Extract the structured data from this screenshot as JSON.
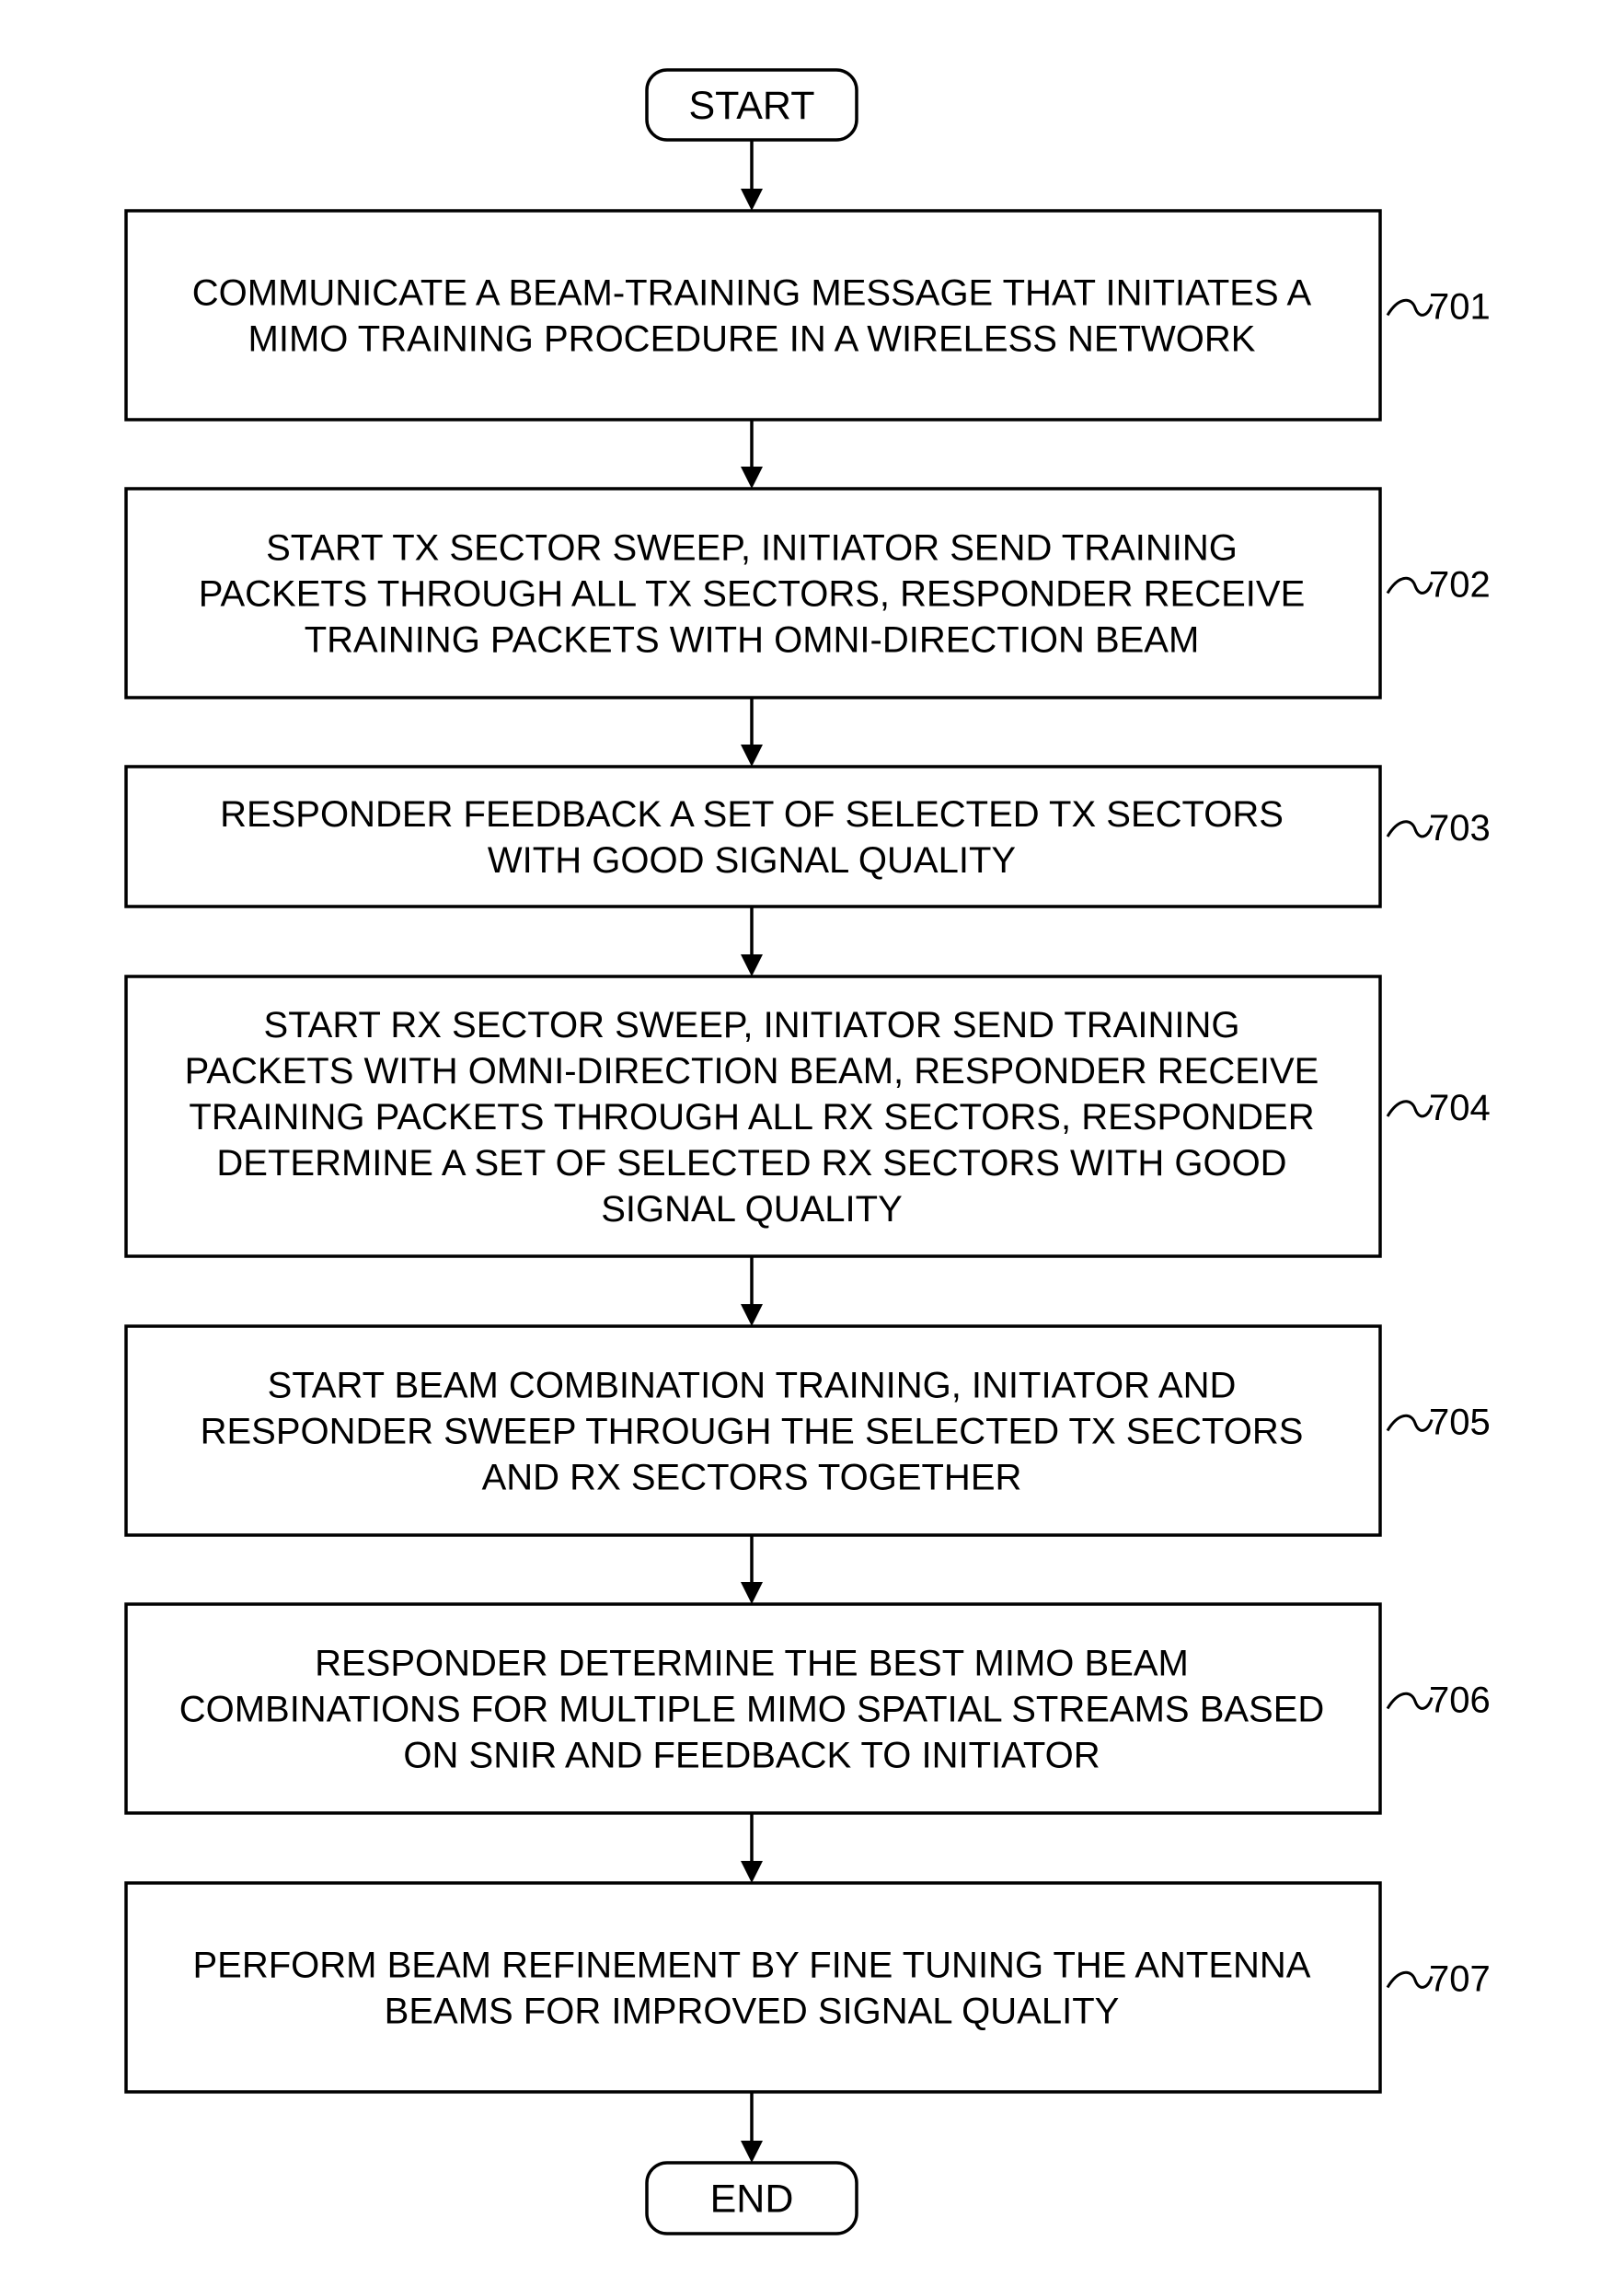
{
  "start": {
    "label": "START"
  },
  "end": {
    "label": "END"
  },
  "steps": [
    {
      "ref": "701",
      "lines": [
        "COMMUNICATE A BEAM-TRAINING MESSAGE THAT INITIATES A",
        "MIMO TRAINING PROCEDURE IN A WIRELESS NETWORK"
      ]
    },
    {
      "ref": "702",
      "lines": [
        "START TX SECTOR SWEEP, INITIATOR SEND TRAINING",
        "PACKETS THROUGH ALL TX SECTORS, RESPONDER RECEIVE",
        "TRAINING PACKETS WITH OMNI-DIRECTION BEAM"
      ]
    },
    {
      "ref": "703",
      "lines": [
        "RESPONDER FEEDBACK A SET OF SELECTED TX SECTORS",
        "WITH GOOD SIGNAL QUALITY"
      ]
    },
    {
      "ref": "704",
      "lines": [
        "START RX SECTOR SWEEP, INITIATOR SEND TRAINING",
        "PACKETS WITH OMNI-DIRECTION BEAM, RESPONDER RECEIVE",
        "TRAINING PACKETS THROUGH ALL RX SECTORS, RESPONDER",
        "DETERMINE A SET OF SELECTED RX SECTORS WITH GOOD",
        "SIGNAL QUALITY"
      ]
    },
    {
      "ref": "705",
      "lines": [
        "START BEAM COMBINATION TRAINING, INITIATOR AND",
        "RESPONDER SWEEP THROUGH THE SELECTED TX SECTORS",
        "AND RX SECTORS TOGETHER"
      ]
    },
    {
      "ref": "706",
      "lines": [
        "RESPONDER DETERMINE THE BEST MIMO BEAM",
        "COMBINATIONS FOR MULTIPLE MIMO SPATIAL STREAMS BASED",
        "ON SNIR AND FEEDBACK TO INITIATOR"
      ]
    },
    {
      "ref": "707",
      "lines": [
        "PERFORM BEAM REFINEMENT BY FINE TUNING THE ANTENNA",
        "BEAMS FOR IMPROVED SIGNAL QUALITY"
      ]
    }
  ]
}
